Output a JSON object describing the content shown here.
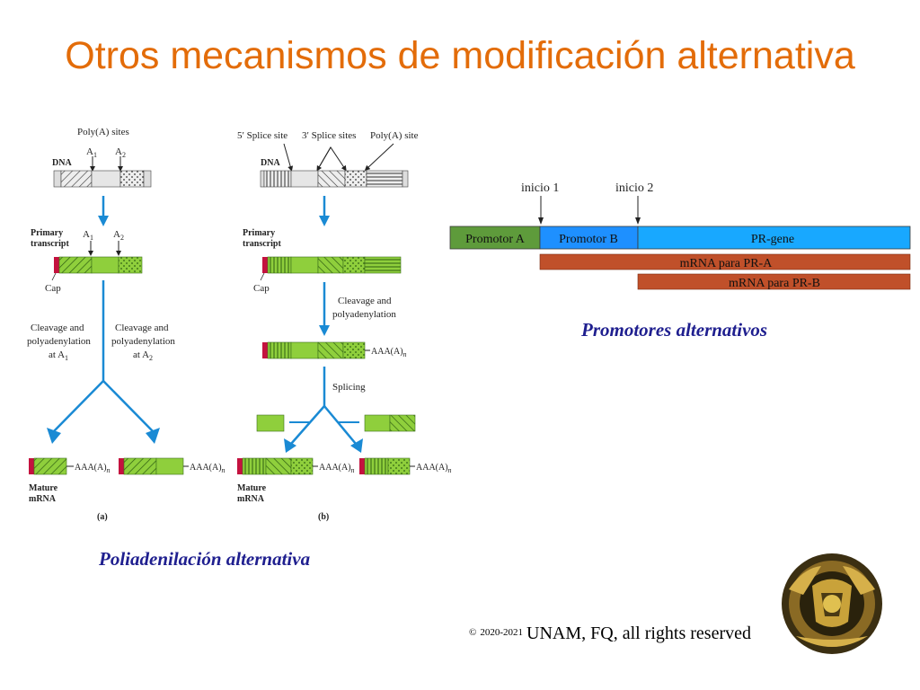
{
  "title": "Otros mecanismos de modificación alternativa",
  "left_figure": {
    "a": {
      "polya_sites": "Poly(A) sites",
      "a1": "A",
      "a1_sub": "1",
      "a2": "A",
      "a2_sub": "2",
      "dna": "DNA",
      "primary": "Primary",
      "transcript": "transcript",
      "cap": "Cap",
      "cleavage_l1": "Cleavage and",
      "cleavage_l2": "polyadenylation",
      "cleavage_l3": "at A",
      "cleavage_sub1": "1",
      "cleavage_sub2": "2",
      "tail": "AAA(A)",
      "tail_sub": "n",
      "mature": "Mature",
      "mrna": "mRNA",
      "label": "(a)"
    },
    "b": {
      "splice5": "5′ Splice site",
      "splice3": "3′ Splice sites",
      "polya_site": "Poly(A) site",
      "dna": "DNA",
      "primary": "Primary",
      "transcript": "transcript",
      "cap": "Cap",
      "cleavage_l1": "Cleavage and",
      "cleavage_l2": "polyadenylation",
      "tail": "AAA(A)",
      "tail_sub": "n",
      "splicing": "Splicing",
      "mature": "Mature",
      "mrna": "mRNA",
      "label": "(b)"
    }
  },
  "caption_left": "Poliadenilación alternativa",
  "promoters": {
    "start1": "inicio 1",
    "start2": "inicio 2",
    "promoter_a": "Promotor A",
    "promoter_b": "Promotor B",
    "gene": "PR-gene",
    "mrna_a": "mRNA para PR-A",
    "mrna_b": "mRNA para PR-B",
    "colors": {
      "promoter_a": "#5e9b3b",
      "promoter_b": "#1e90ff",
      "gene": "#18a8ff",
      "mrna": "#c0502a"
    }
  },
  "caption_right": "Promotores alternativos",
  "copyright": {
    "symbol": "©",
    "years": "2020-2021",
    "text": "UNAM, FQ, all rights reserved"
  },
  "logo": "unam-seal"
}
